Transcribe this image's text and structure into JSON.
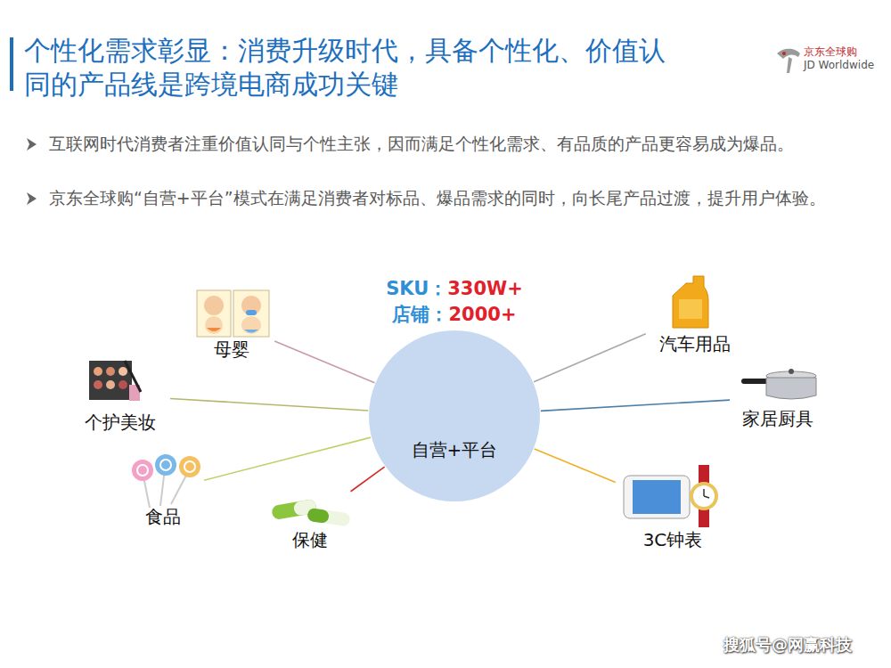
{
  "diagram": {
    "title": "个性化需求彰显：消费升级时代，具备个性化、价值认 同的产品线是跨境电商成功关键",
    "nodes": [
      {
        "text": [
          "SKU：",
          "330W+",
          "店铺：",
          "2000+",
          "自营+平台"
        ]
      },
      {
        "text": [
          "母婴"
        ]
      },
      {
        "text": [
          "个护美妆"
        ]
      },
      {
        "text": [
          "食品"
        ]
      },
      {
        "text": [
          "保健"
        ]
      },
      {
        "text": [
          "汽车用品"
        ]
      },
      {
        "text": [
          "家居厨具"
        ]
      },
      {
        "text": [
          "3C钟表"
        ]
      }
    ],
    "edges": [
      {
        "from": 0,
        "to": 1,
        "arrow": "none"
      },
      {
        "from": 0,
        "to": 2,
        "arrow": "none"
      },
      {
        "from": 0,
        "to": 3,
        "arrow": "none"
      },
      {
        "from": 0,
        "to": 4,
        "arrow": "none"
      },
      {
        "from": 0,
        "to": 5,
        "arrow": "none"
      },
      {
        "from": 0,
        "to": 6,
        "arrow": "none"
      },
      {
        "from": 0,
        "to": 7,
        "arrow": "none"
      }
    ],
    "labels": [
      "互联网时代消费者注重价值认同与个性主张，因而满足个性化需求、有品质的产品更容易成为爆品。",
      "京东全球购“自营+平台”模式在满足消费者对标品、爆品需求的同时，向长尾产品过渡，提升用户体验。",
      "京东全球购",
      "JD Worldwide",
      "搜狐号@网赢科技"
    ]
  }
}
